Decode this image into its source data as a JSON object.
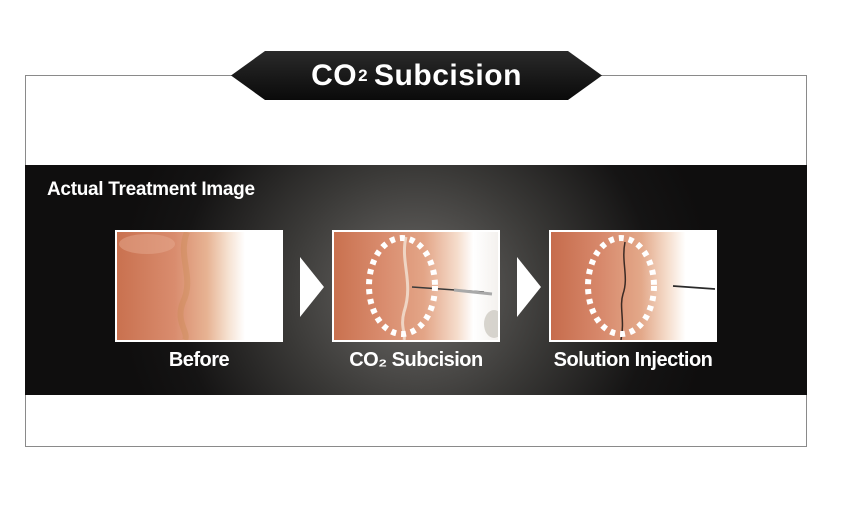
{
  "header": {
    "title_prefix": "CO",
    "title_sub": "2",
    "title_suffix": "Subcision"
  },
  "panel": {
    "title": "Actual Treatment Image",
    "steps": [
      {
        "caption": "Before"
      },
      {
        "caption": "CO₂ Subcision"
      },
      {
        "caption": "Solution Injection"
      }
    ]
  },
  "colors": {
    "badge": "#111111",
    "band_dark": "#0f0e0e",
    "band_light": "#6d6b69",
    "skin": "#d98c6e",
    "dotted_outline": "#ffffff"
  }
}
